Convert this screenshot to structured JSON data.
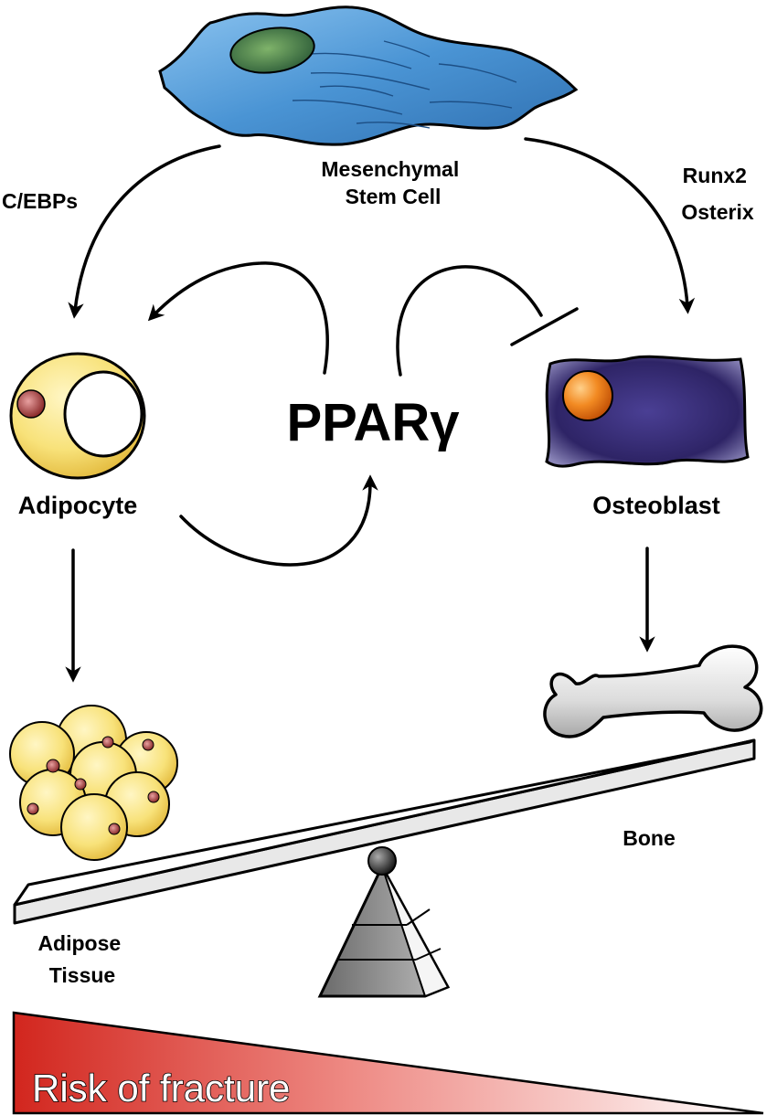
{
  "labels": {
    "stem_cell": [
      "Mesenchymal",
      "Stem Cell"
    ],
    "cebps": "C/EBPs",
    "runx2_osterix": [
      "Runx2",
      "Osterix"
    ],
    "ppar": "PPARγ",
    "adipocyte": "Adipocyte",
    "osteoblast": "Osteoblast",
    "bone": "Bone",
    "adipose_tissue": [
      "Adipose",
      "Tissue"
    ],
    "risk": "Risk of fracture"
  },
  "colors": {
    "stem_cell_body": "#4a94d4",
    "stem_cell_nucleus": "#3f7d4a",
    "adipocyte_fill": "#f6dc6a",
    "lipid_droplet": "#b04a4a",
    "osteoblast_fill": "#3a2f78",
    "osteoblast_nucleus": "#f07a1a",
    "bone_fill": "#dedede",
    "risk_gradient_start": "#d62a22",
    "risk_gradient_end": "#ffffff"
  }
}
